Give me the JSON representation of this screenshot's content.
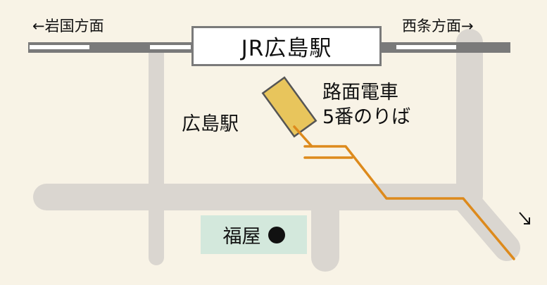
{
  "map": {
    "station_name": "JR広島駅",
    "west_direction": "←岩国方面",
    "east_direction": "西条方面→",
    "area_label": "広島駅",
    "tram_platform": [
      "路面電車",
      "5番のりば"
    ],
    "landmark": "福屋"
  },
  "colors": {
    "background": "#f8f3e6",
    "road": "#dad6d0",
    "rail_track": "#7a7a7a",
    "tram_route": "#dd8a1c",
    "tram_stop": "#e8c55c",
    "landmark_bg": "#d3e8dc"
  },
  "icons": {
    "direction_arrow": "south-east-arrow",
    "landmark_marker": "black-circle"
  }
}
